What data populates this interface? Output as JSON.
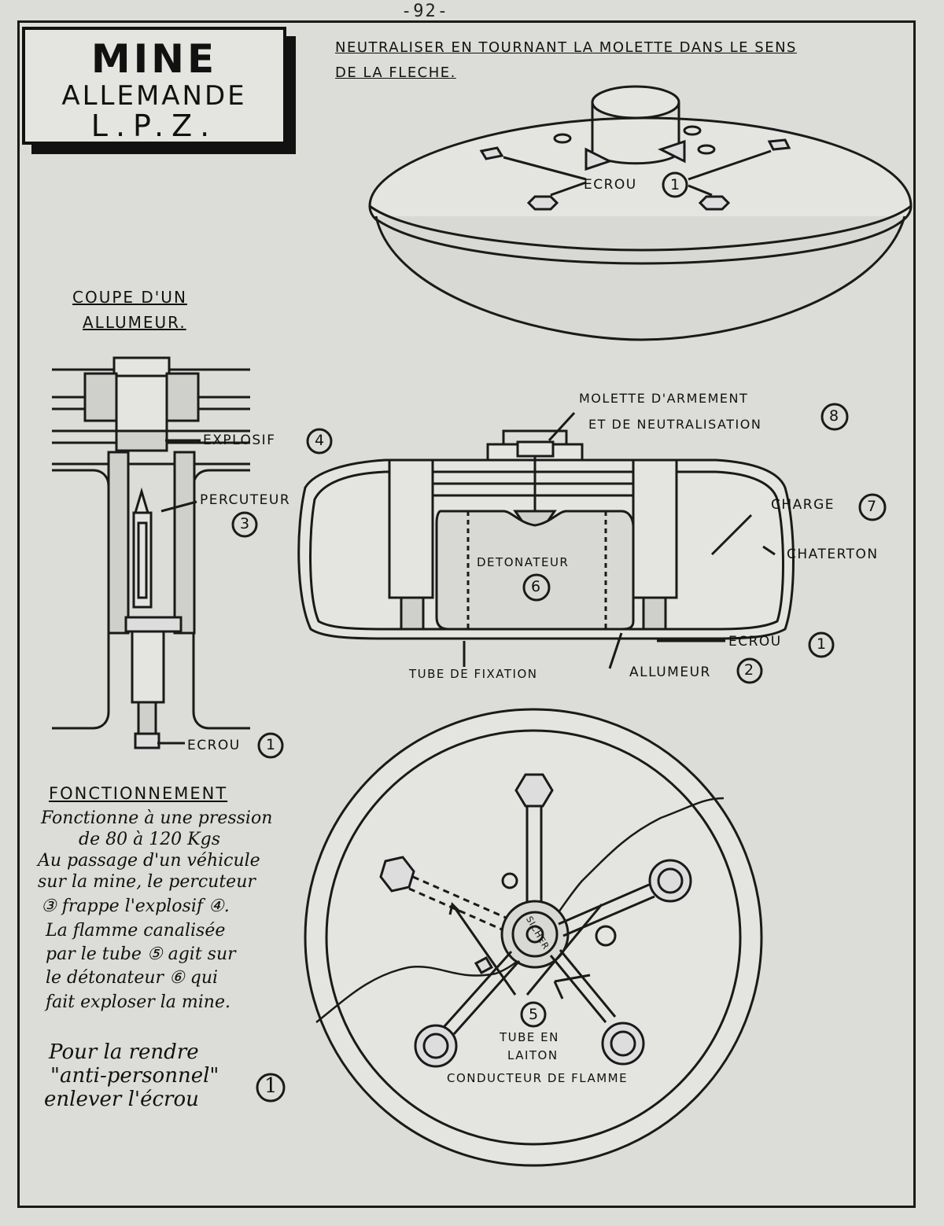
{
  "page_number": "-92-",
  "title": {
    "main": "MINE",
    "sub1": "ALLEMANDE",
    "sub2": "L.P.Z."
  },
  "instruction": {
    "line1": "NEUTRALISER EN TOURNANT LA MOLETTE DANS LE SENS",
    "line2": "DE LA FLECHE."
  },
  "top_view": {
    "label": "ECROU",
    "num": "1"
  },
  "section_allumeur": {
    "heading1": "COUPE D'UN",
    "heading2": "ALLUMEUR.",
    "explosif": "EXPLOSIF",
    "explosif_num": "4",
    "percuteur": "PERCUTEUR",
    "percuteur_num": "3",
    "ecrou": "ECROU",
    "ecrou_num": "1"
  },
  "cross_section": {
    "molette1": "MOLETTE D'ARMEMENT",
    "molette2": "ET DE NEUTRALISATION",
    "molette_num": "8",
    "charge": "CHARGE",
    "charge_num": "7",
    "chaterton": "CHATERTON",
    "detonateur": "DETONATEUR",
    "detonateur_num": "6",
    "ecrou": "ECROU",
    "ecrou_num": "1",
    "tube_fixation": "TUBE DE FIXATION",
    "allumeur": "ALLUMEUR",
    "allumeur_num": "2"
  },
  "fonctionnement": {
    "heading": "FONCTIONNEMENT",
    "lines": [
      "Fonctionne à une pression",
      "de 80 à 120 Kgs",
      "Au passage d'un véhicule",
      "sur la mine, le percuteur",
      "③ frappe l'explosif ④.",
      "La flamme canalisée",
      "par le tube ⑤ agit sur",
      "le détonateur ⑥ qui",
      "fait exploser la mine."
    ]
  },
  "note": {
    "line1": "Pour la rendre",
    "line2": "\"anti-personnel\"",
    "line3": "enlever l'écrou",
    "num": "1"
  },
  "bottom_view": {
    "stamp": "SICHER",
    "num": "5",
    "tube1": "TUBE EN",
    "tube2": "LAITON",
    "tube3": "CONDUCTEUR DE FLAMME"
  }
}
